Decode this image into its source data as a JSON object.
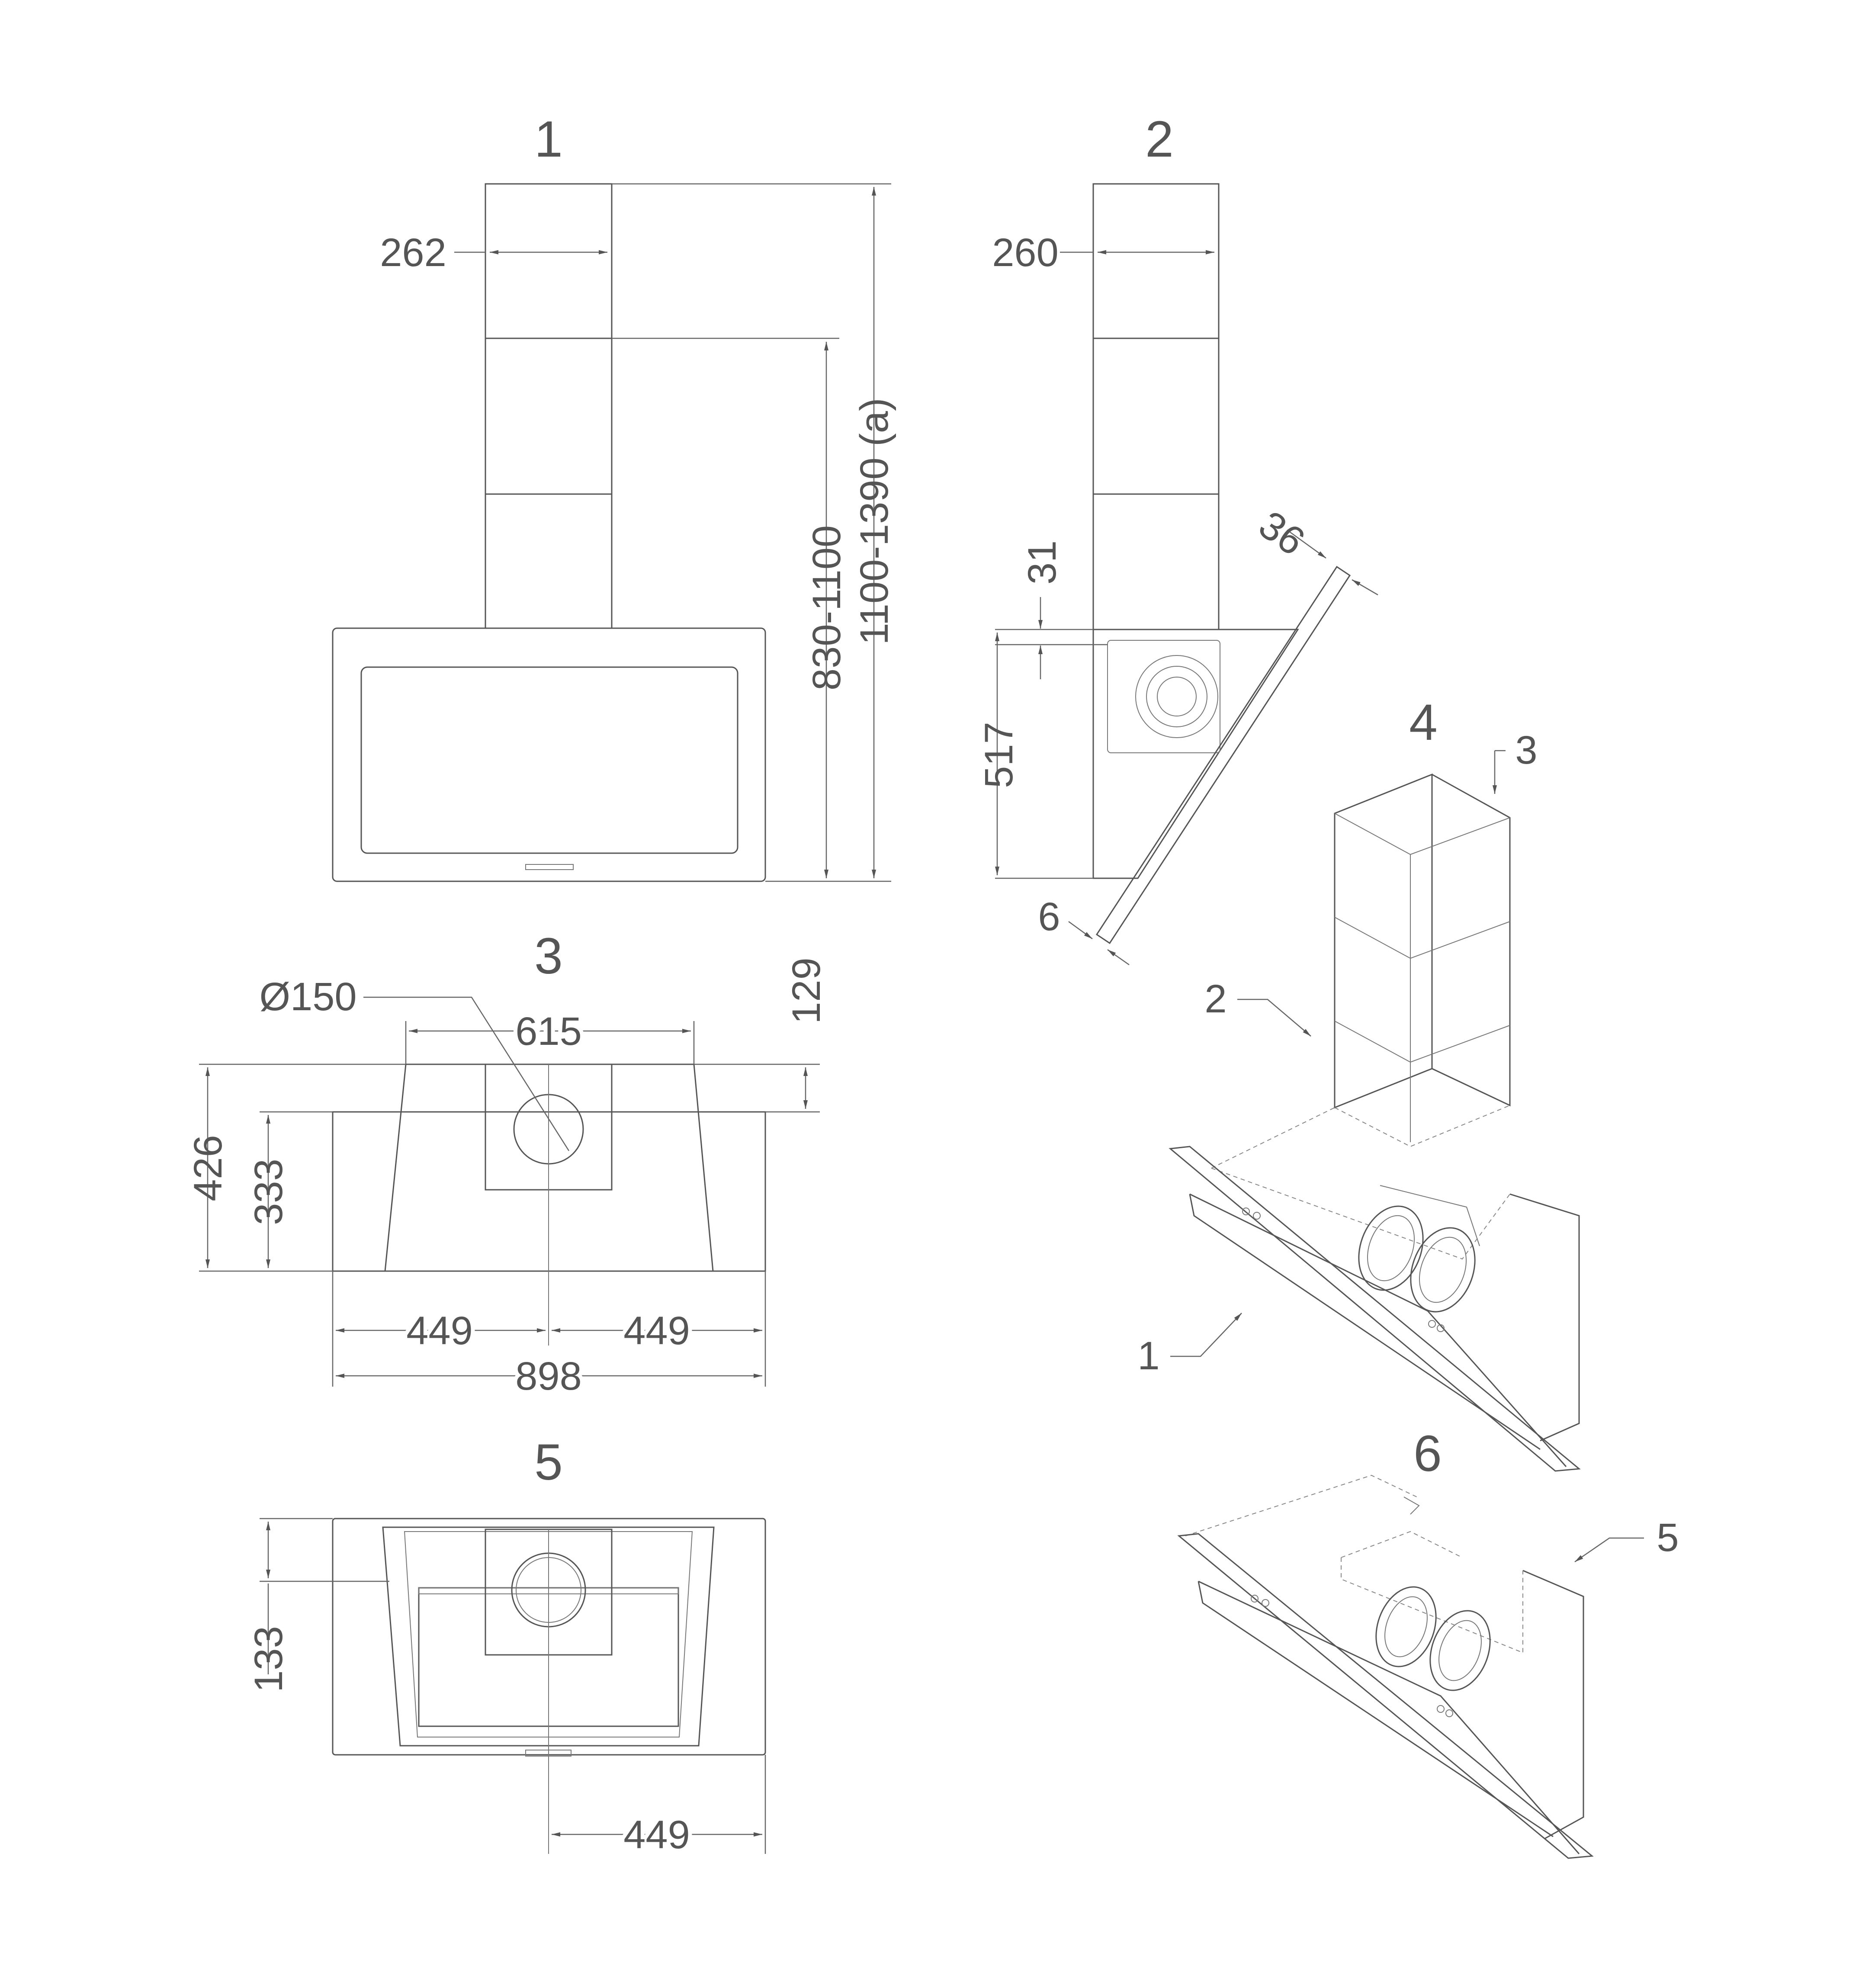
{
  "views": {
    "v1": "1",
    "v2": "2",
    "v3": "3",
    "v4": "4",
    "v5": "5",
    "v6": "6"
  },
  "dims": {
    "w262": "262",
    "w260": "260",
    "h830": "830-1100",
    "h1100": "1100-1390 (a)",
    "d31": "31",
    "d517": "517",
    "d36": "36",
    "d6": "6",
    "dia150": "Ø150",
    "w615": "615",
    "d129": "129",
    "d426": "426",
    "d333": "333",
    "w449a": "449",
    "w449b": "449",
    "w898": "898",
    "d133": "133",
    "w449c": "449"
  },
  "callouts": {
    "c3": "3",
    "c2": "2",
    "c1": "1",
    "c5": "5"
  }
}
